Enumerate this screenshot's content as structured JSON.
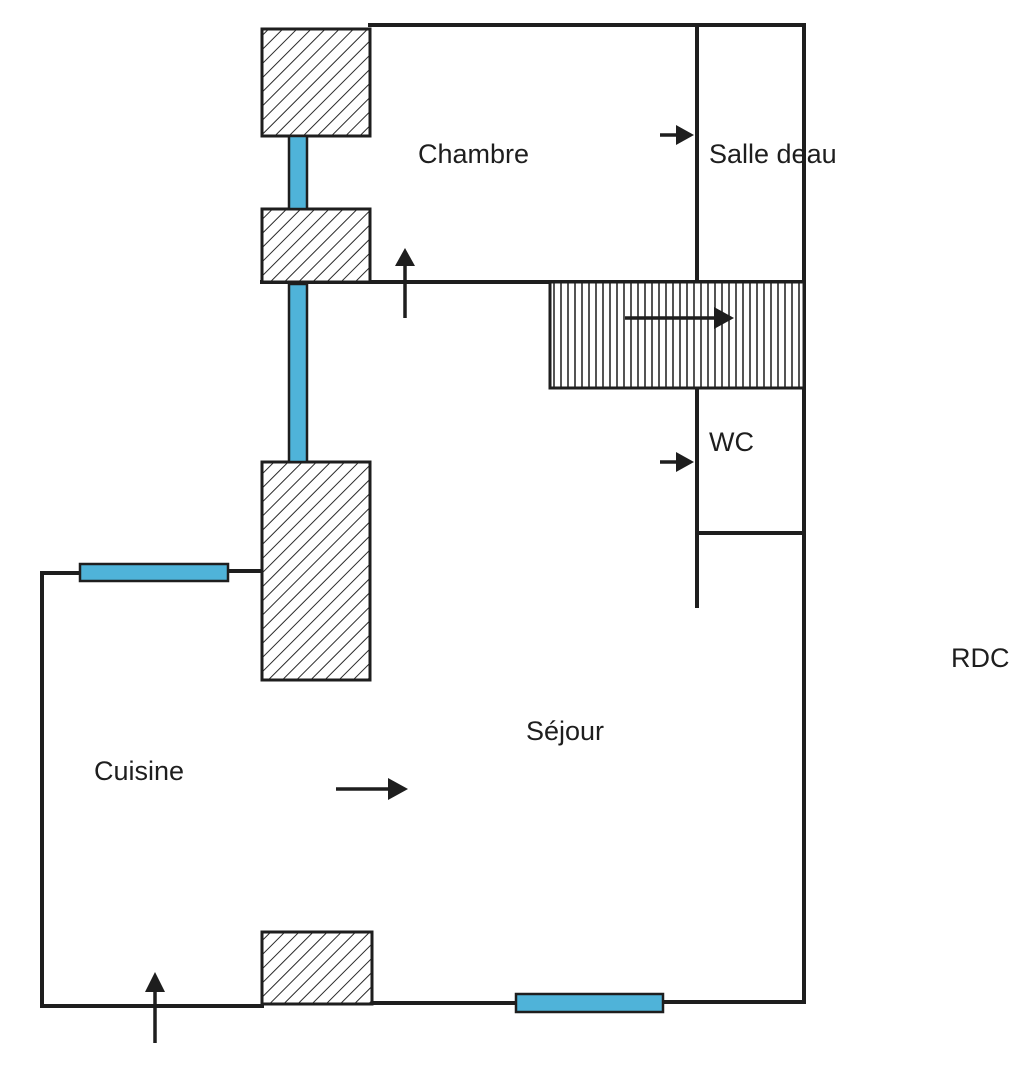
{
  "plan": {
    "rooms": {
      "chambre": "Chambre",
      "salle_eau": "Salle deau",
      "wc": "WC",
      "sejour": "Séjour",
      "cuisine": "Cuisine"
    },
    "level": "RDC"
  },
  "colors": {
    "wall": "#1e1e1e",
    "window": "#4fb3d9",
    "hatch": "#2a2a2a",
    "background": "#ffffff"
  },
  "icons": {
    "pillar": "hatched-pillar-icon",
    "window": "window-icon",
    "door_arrow": "arrow-icon",
    "stair": "staircase-icon"
  }
}
